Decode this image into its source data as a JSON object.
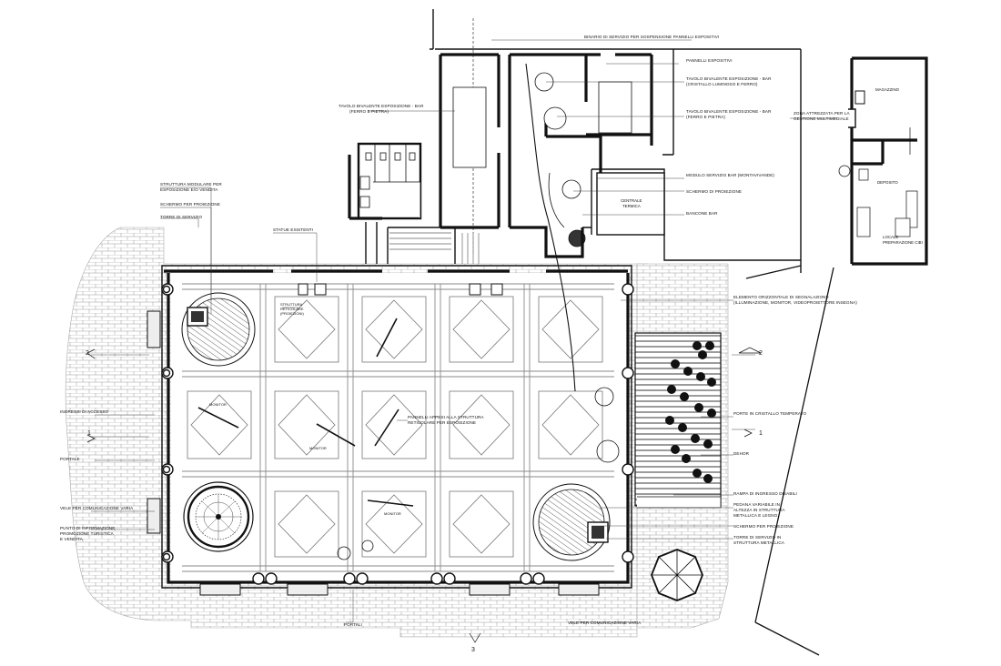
{
  "labels": {
    "binario": "BINARIO DI SERVIZIO PER SOSPENSIONE PANNELLI ESPOSITIVI",
    "pannelli": "PANNELLI ESPOSITIVI",
    "tavolo_bar_cristallo_1": "TAVOLO BIVALENTE ESPOSIZIONE - BAR",
    "tavolo_bar_cristallo_2": "(CRISTALLO LUMINOSO E FERRO)",
    "tavolo_bar_pietra_1": "TAVOLO BIVALENTE ESPOSIZIONE - BAR",
    "tavolo_bar_pietra_2": "(FERRO E PIETRA)",
    "tavolo_left_1": "TAVOLO BIVALENTE ESPOSIZIONE - BAR",
    "tavolo_left_2": "(FERRO E PIETRA)",
    "zona_1": "ZONA ATTREZZATA PER LA",
    "zona_2": "GESTIONE MULTIMEDIALE",
    "modulo": "MODULO SERVIZIO BAR (MONTAVIVANDE)",
    "schermo_top": "SCHERMO DI PROIEZIONE",
    "bancone": "BANCONE BAR",
    "centrale_1": "CENTRALE",
    "centrale_2": "TERMICA",
    "struttura_1": "STRUTTURA MODULARE PER",
    "struttura_2": "ESPOSIZIONE E/O VENDITA",
    "schermo_left": "SCHERMO PER PROIEZIONE",
    "torre_left": "TORRE DI SERVIZIO",
    "statue": "STATUE ESISTENTI",
    "struttura_reticolare_1": "STRUTTURA",
    "struttura_reticolare_2": "RETICOLARE",
    "struttura_reticolare_3": "(PROIEZIONI)",
    "elemento_1": "ELEMENTO ORIZZONTALE DI SEGNALAZIONE",
    "elemento_2": "(ILLUMINAZIONE, MONITOR, VIDEOPROIETTORE INSEGNA)",
    "ingressi": "INGRESSI DI ACCESSO",
    "portale": "PORTALE",
    "vele_1": "VELE PER COMUNICAZIONE VARIA",
    "punto_1": "PUNTO DI INFORMAZIONE",
    "punto_2": "PROMOZIONE TURISTICA",
    "punto_3": "E VENDITA",
    "monitor_a": "MONITOR",
    "monitor_b": "MONITOR",
    "monitor_c": "MONITOR",
    "pannelli_grid_1": "PANNELLI APPESI ALLA STRUTTURA",
    "pannelli_grid_2": "RETICOLARE PER ESPOSIZIONE",
    "porte": "PORTE IN CRISTALLO TEMPERATO",
    "dehor": "DEHOR",
    "rampa": "RAMPA DI INGRESSO DISABILI",
    "pedana_1": "PEDANA VARIABILE IN",
    "pedana_2": "ALTEZZA IN STRUTTURA",
    "pedana_3": "METALLICA E LEGNO",
    "schermo_right": "SCHERMO PER PROIEZIONE",
    "torre_right_1": "TORRE DI SERVIZIO IN",
    "torre_right_2": "STRUTTURA METALLICA",
    "portali": "PORTALI",
    "vele_bottom": "VELE PER COMUNICAZIONE VARIA",
    "magazzino": "MAGAZZINO",
    "deposito": "DEPOSITO",
    "locale_1": "LOCALE",
    "locale_2": "PREPARAZIONE CIBI",
    "sec_2_left": "2",
    "sec_1_left": "1",
    "sec_2_right": "2",
    "sec_1_right": "1",
    "sec_3_bottom": "3"
  },
  "colors": {
    "ink": "#111111",
    "pavement": "#8a8a8a",
    "background": "#ffffff"
  }
}
